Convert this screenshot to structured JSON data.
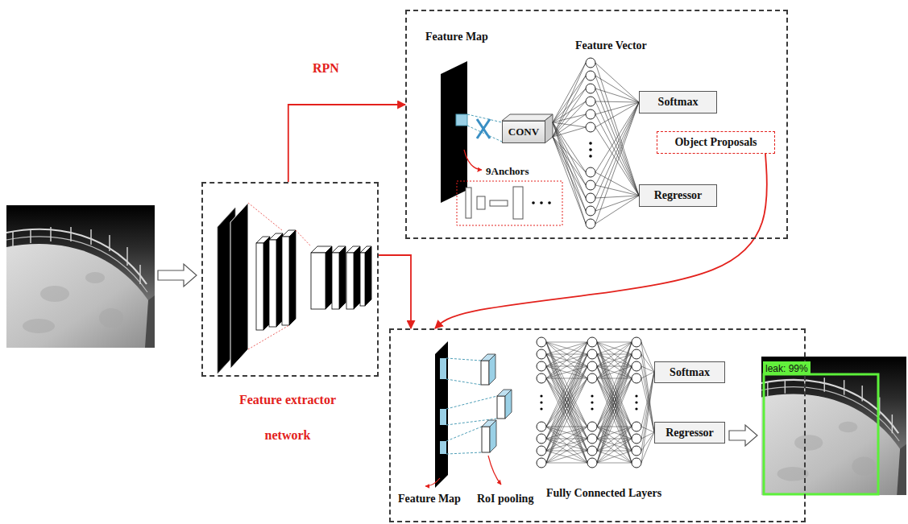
{
  "diagram": {
    "nodes": [
      {
        "text": [
          "Feature extractor network"
        ]
      },
      {
        "text": [
          "RPN",
          "Feature Map",
          "Feature Vector",
          "9Anchors"
        ]
      },
      {
        "text": [
          "CONV"
        ],
        "in": 1
      },
      {
        "text": [
          "Softmax"
        ],
        "in": 1
      },
      {
        "text": [
          "Object Proposals"
        ],
        "in": 1
      },
      {
        "text": [
          "Regressor"
        ],
        "in": 1
      },
      {
        "text": [
          "Feature Map",
          "RoI pooling",
          "Fully Connected Layers"
        ]
      },
      {
        "text": [
          "Softmax"
        ],
        "in": 6
      },
      {
        "text": [
          "Regressor"
        ],
        "in": 6
      }
    ],
    "edges": [
      {
        "from": 0,
        "to": 1,
        "arrow": "to"
      },
      {
        "from": 0,
        "to": 6,
        "arrow": "to"
      },
      {
        "from": 4,
        "to": 6,
        "arrow": "to"
      }
    ],
    "labels": [
      "leak: 99%"
    ]
  }
}
